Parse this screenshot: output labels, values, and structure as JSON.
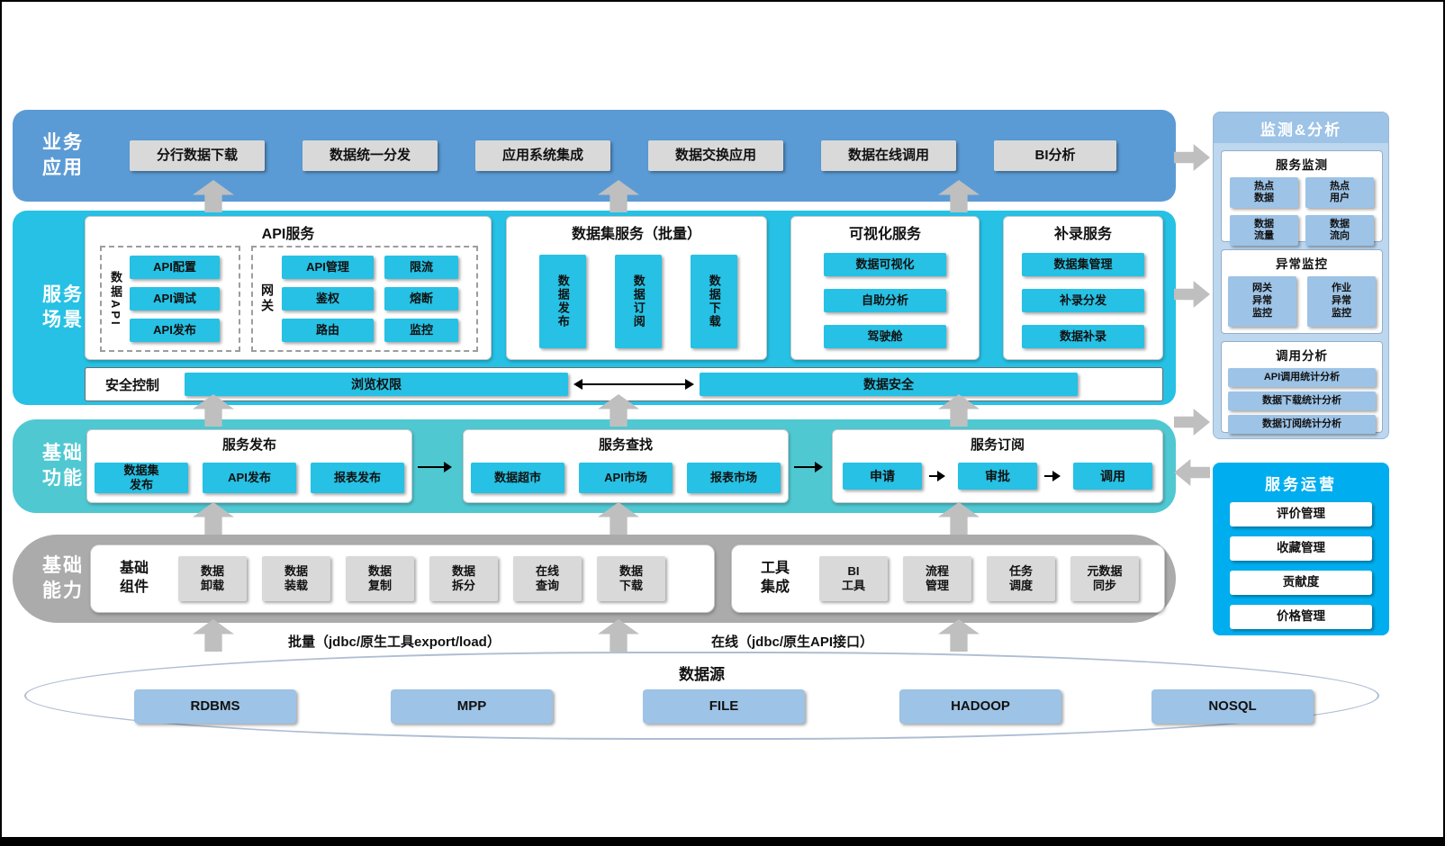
{
  "bands": {
    "business": {
      "label": "业务\n应用",
      "buttons": [
        "分行数据下载",
        "数据统一分发",
        "应用系统集成",
        "数据交换应用",
        "数据在线调用",
        "BI分析"
      ]
    },
    "scene": {
      "label": "服务\n场景",
      "api": {
        "title": "API服务",
        "data_api_label": "数据API",
        "data_api_buttons": [
          "API配置",
          "API调试",
          "API发布"
        ],
        "gateway_label": "网关",
        "gateway_buttons": [
          "API管理",
          "限流",
          "鉴权",
          "熔断",
          "路由",
          "监控"
        ]
      },
      "dataset": {
        "title": "数据集服务（批量）",
        "buttons": [
          "数据发布",
          "数据订阅",
          "数据下载"
        ]
      },
      "visual": {
        "title": "可视化服务",
        "buttons": [
          "数据可视化",
          "自助分析",
          "驾驶舱"
        ]
      },
      "supplement": {
        "title": "补录服务",
        "buttons": [
          "数据集管理",
          "补录分发",
          "数据补录"
        ]
      },
      "security": {
        "label": "安全控制",
        "left_bar": "浏览权限",
        "right_bar": "数据安全"
      }
    },
    "function": {
      "label": "基础\n功能",
      "publish": {
        "title": "服务发布",
        "buttons": [
          "数据集\n发布",
          "API发布",
          "报表发布"
        ]
      },
      "search": {
        "title": "服务查找",
        "buttons": [
          "数据超市",
          "API市场",
          "报表市场"
        ]
      },
      "subscribe": {
        "title": "服务订阅",
        "buttons": [
          "申请",
          "审批",
          "调用"
        ]
      }
    },
    "capability": {
      "label": "基础\n能力",
      "components": {
        "title": "基础\n组件",
        "buttons": [
          "数据\n卸载",
          "数据\n装载",
          "数据\n复制",
          "数据\n拆分",
          "在线\n查询",
          "数据\n下载"
        ]
      },
      "tools": {
        "title": "工具\n集成",
        "buttons": [
          "BI\n工具",
          "流程\n管理",
          "任务\n调度",
          "元数据\n同步"
        ]
      }
    },
    "ingest": {
      "batch_label": "批量（jdbc/原生工具export/load）",
      "online_label": "在线（jdbc/原生API接口）"
    },
    "datasource": {
      "title": "数据源",
      "buttons": [
        "RDBMS",
        "MPP",
        "FILE",
        "HADOOP",
        "NOSQL"
      ]
    }
  },
  "right": {
    "monitor": {
      "title": "监测&分析",
      "service": {
        "title": "服务监测",
        "buttons": [
          "热点\n数据",
          "热点\n用户",
          "数据\n流量",
          "数据\n流向"
        ]
      },
      "exception": {
        "title": "异常监控",
        "buttons": [
          "网关\n异常\n监控",
          "作业\n异常\n监控"
        ]
      },
      "analysis": {
        "title": "调用分析",
        "buttons": [
          "API调用统计分析",
          "数据下载统计分析",
          "数据订阅统计分析"
        ]
      }
    },
    "operation": {
      "title": "服务运营",
      "buttons": [
        "评价管理",
        "收藏管理",
        "贡献度",
        "价格管理"
      ]
    }
  },
  "colors": {
    "business_band": "#5B9BD5",
    "scene_band": "#26C1E4",
    "function_band": "#4FC8D2",
    "capability_band": "#ABABAB",
    "cyan_button": "#26C1E4",
    "gray_button": "#D9D9D9",
    "datasource_button": "#9DC3E6",
    "monitor_panel": "#BDD7EE",
    "operation_panel": "#00AEEF",
    "arrow_gray": "#BFBFBF"
  }
}
